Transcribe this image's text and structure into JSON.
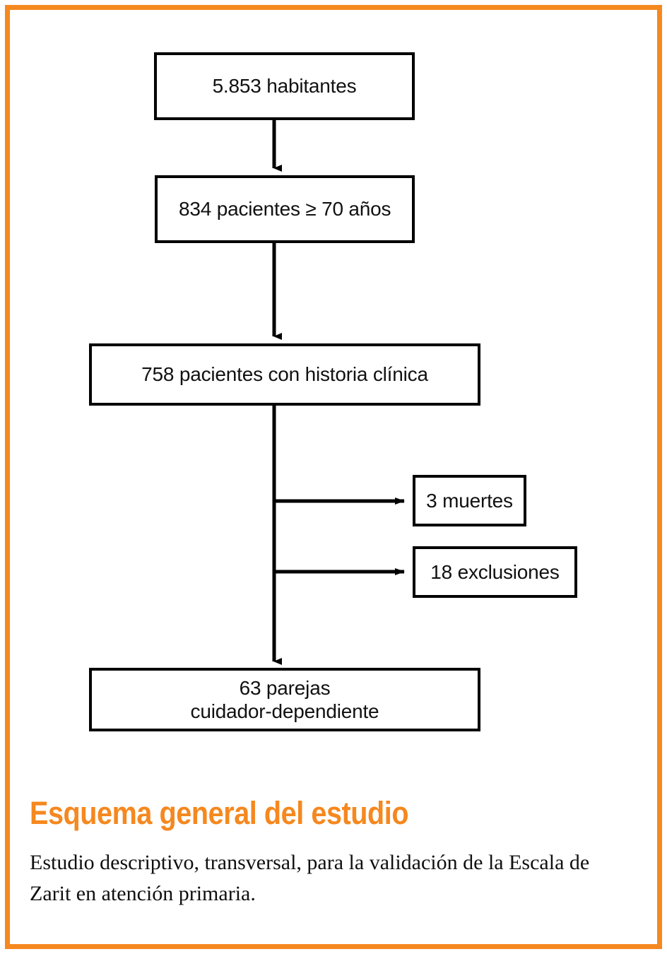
{
  "page": {
    "accent_color": "#F5881F",
    "line_color": "#000000",
    "background": "#ffffff"
  },
  "flowchart": {
    "type": "flowchart",
    "orientation": "top-to-bottom",
    "nodes": [
      {
        "id": "habitantes",
        "label": "5.853 habitantes"
      },
      {
        "id": "pacientes70",
        "label": "834 pacientes ≥ 70 años"
      },
      {
        "id": "historia",
        "label": "758 pacientes con historia clínica"
      },
      {
        "id": "muertes",
        "label": "3 muertes"
      },
      {
        "id": "exclusiones",
        "label": "18 exclusiones"
      },
      {
        "id": "parejas",
        "label": "63 parejas\ncuidador-dependiente"
      }
    ],
    "edges": [
      {
        "from": "habitantes",
        "to": "pacientes70",
        "direction": "down"
      },
      {
        "from": "pacientes70",
        "to": "historia",
        "direction": "down"
      },
      {
        "from": "historia",
        "to": "muertes",
        "direction": "right"
      },
      {
        "from": "historia",
        "to": "exclusiones",
        "direction": "right"
      },
      {
        "from": "historia",
        "to": "parejas",
        "direction": "down"
      }
    ]
  },
  "caption": {
    "title": "Esquema general del estudio",
    "body": "Estudio descriptivo, transversal, para la validación de la Escala de Zarit en atención primaria."
  }
}
